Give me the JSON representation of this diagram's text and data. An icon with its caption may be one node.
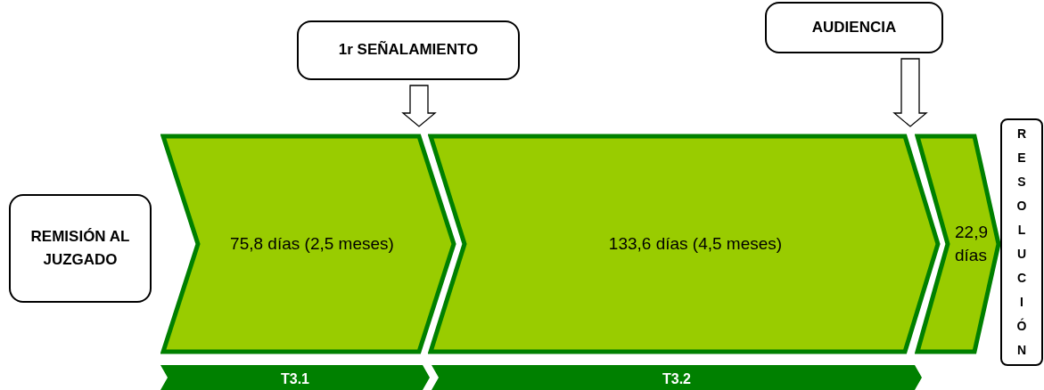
{
  "diagram": {
    "nodes": [
      {
        "text": [
          "REMISIÓN AL JUZGADO"
        ]
      },
      {
        "text": [
          "75,8 días (2,5 meses)"
        ]
      },
      {
        "text": [
          "133,6 días (4,5 meses)"
        ]
      },
      {
        "text": [
          "22,9 días"
        ]
      },
      {
        "text": [
          "RESOLUCIÓN"
        ]
      },
      {
        "text": [
          "1r SEÑALAMIENTO"
        ]
      },
      {
        "text": [
          "AUDIENCIA"
        ]
      },
      {
        "text": [
          "T3.1"
        ]
      },
      {
        "text": [
          "T3.2"
        ]
      }
    ],
    "edges": [
      {
        "from": 5,
        "to": 1,
        "arrow": "to"
      },
      {
        "from": 6,
        "to": 2,
        "arrow": "to"
      }
    ]
  }
}
